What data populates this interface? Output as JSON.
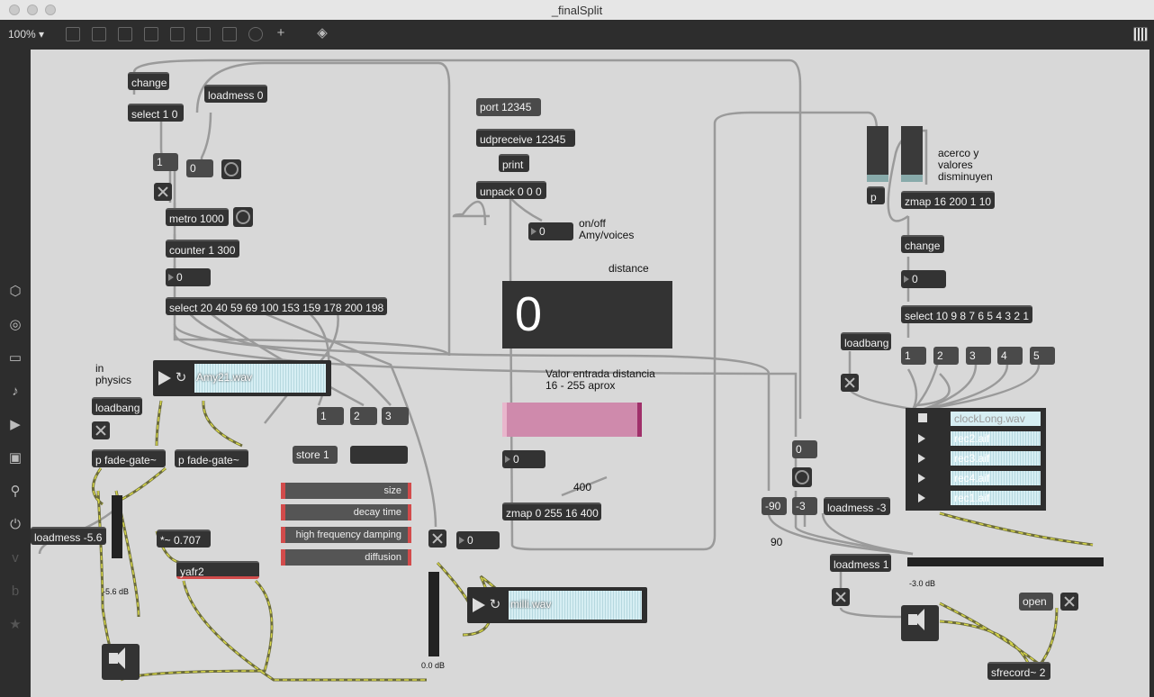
{
  "window": {
    "title": "_finalSplit",
    "zoom": "100%"
  },
  "objects": {
    "change1": "change",
    "select10": "select 1 0",
    "loadmess0": "loadmess 0",
    "msg1": "1",
    "msg0": "0",
    "metro": "metro 1000",
    "counter": "counter 1 300",
    "num0a": "0",
    "select20": "select 20 40 59 69 100 153 159 178 200 198",
    "port": "port 12345",
    "udp": "udpreceive 12345",
    "print": "print",
    "unpack": "unpack 0 0 0",
    "num_onoff": "0",
    "bignum": "0",
    "num_hs": "0",
    "zmap1": "zmap 0 255 16 400",
    "num_zmap": "0",
    "store": "store 1",
    "m1": "1",
    "m2": "2",
    "m3": "3",
    "loadbang1": "loadbang",
    "fade1": "p fade-gate~",
    "fade2": "p fade-gate~",
    "loadmess56": "loadmess -5.6",
    "mul707": "*~ 0.707",
    "yafr2": "yafr2",
    "p": "p",
    "zmap2": "zmap 16 200 1 10",
    "change2": "change",
    "num0b": "0",
    "select109": "select 10 9 8 7 6 5 4 3 2 1",
    "loadbang2": "loadbang",
    "b1": "1",
    "b2": "2",
    "b3": "3",
    "b4": "4",
    "b5": "5",
    "num0c": "0",
    "m90": "-90",
    "m3neg": "-3",
    "loadmess3": "loadmess -3",
    "loadmess1": "loadmess 1",
    "open": "open",
    "sfrecord": "sfrecord~ 2"
  },
  "comments": {
    "in_physics": "in\nphysics",
    "onoff": "on/off\nAmy/voices",
    "distance": "distance",
    "valor": "Valor entrada distancia\n16 - 255 aprox",
    "c400": "400",
    "c90": "90",
    "acerco": "acerco y\nvalores\ndisminuyen"
  },
  "players": {
    "amy": "Amy21.wav",
    "milli": "milli.wav",
    "list": [
      "clockLong.wav",
      "rec2.aif",
      "rec3.aif",
      "rec4.aif",
      "rec1.aif"
    ]
  },
  "sliders": [
    "size",
    "decay time",
    "high frequency damping",
    "diffusion"
  ],
  "meters": {
    "m1_db": "-5.6 dB",
    "m2_db": "0.0 dB",
    "m3_db": "-3.0 dB"
  },
  "colors": {
    "canvas": "#d8d8d8",
    "object": "#333333",
    "cord": "#9a9a9a",
    "signal_cord": "#c9c94a",
    "hslider": "#d08aaa"
  }
}
